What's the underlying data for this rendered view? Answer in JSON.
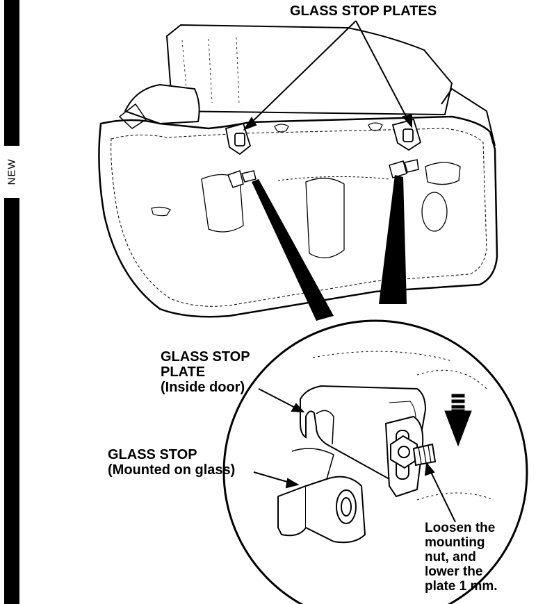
{
  "sidebar": {
    "tag": "NEW"
  },
  "labels": {
    "glass_stop_plates": "GLASS STOP PLATES",
    "glass_stop_plate": {
      "line1": "GLASS STOP",
      "line2": "PLATE",
      "line3": "(Inside door)"
    },
    "glass_stop": {
      "line1": "GLASS STOP",
      "line2": "(Mounted on glass)"
    },
    "instruction": {
      "line1": "Loosen the",
      "line2": "mounting",
      "line3": "nut, and",
      "line4": "lower the",
      "line5": "plate 1 mm."
    }
  },
  "colors": {
    "ink": "#000000",
    "paper": "#ffffff"
  }
}
